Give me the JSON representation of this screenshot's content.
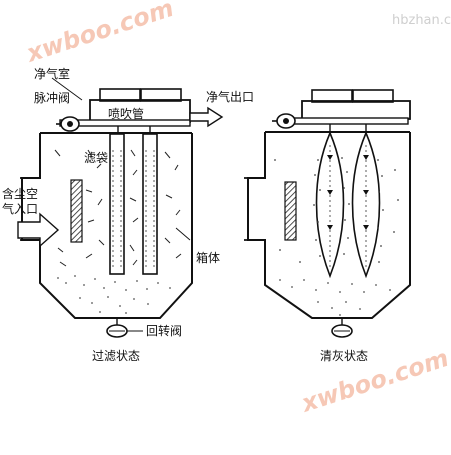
{
  "watermark": {
    "site": "hbzhan.com",
    "brand": "xwboo.com"
  },
  "labels": {
    "clean_air_chamber": "净气室",
    "pulse_valve": "脉冲阀",
    "blow_pipe": "喷吹管",
    "clean_gas_outlet": "净气出口",
    "filter_bag": "滤袋",
    "dusty_gas_inlet_line1": "含尘空",
    "dusty_gas_inlet_line2": "气入口",
    "housing": "箱体",
    "rotary_valve": "回转阀"
  },
  "captions": {
    "left": "过滤状态",
    "right": "清灰状态"
  }
}
